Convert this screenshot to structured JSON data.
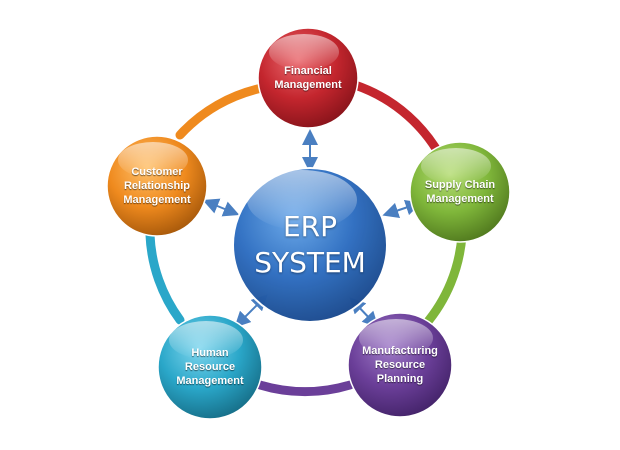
{
  "center": {
    "line1": "ERP",
    "line2": "SYSTEM"
  },
  "nodes": {
    "financial": {
      "line1": "Financial",
      "line2": "Management"
    },
    "supply_chain": {
      "line1": "Supply Chain",
      "line2": "Management"
    },
    "manufacturing": {
      "line1": "Manufacturing",
      "line2": "Resource",
      "line3": "Planning"
    },
    "human_resource": {
      "line1": "Human",
      "line2": "Resource",
      "line3": "Management"
    },
    "customer": {
      "line1": "Customer",
      "line2": "Relationship",
      "line3": "Management"
    }
  },
  "colors": {
    "center": "#2f6fc1",
    "financial": "#c4262e",
    "supply_chain": "#7fb63a",
    "manufacturing": "#6b3f99",
    "human_resource": "#2aa7c9",
    "customer": "#ef8a1e",
    "arrow": "#4a7fc1"
  }
}
